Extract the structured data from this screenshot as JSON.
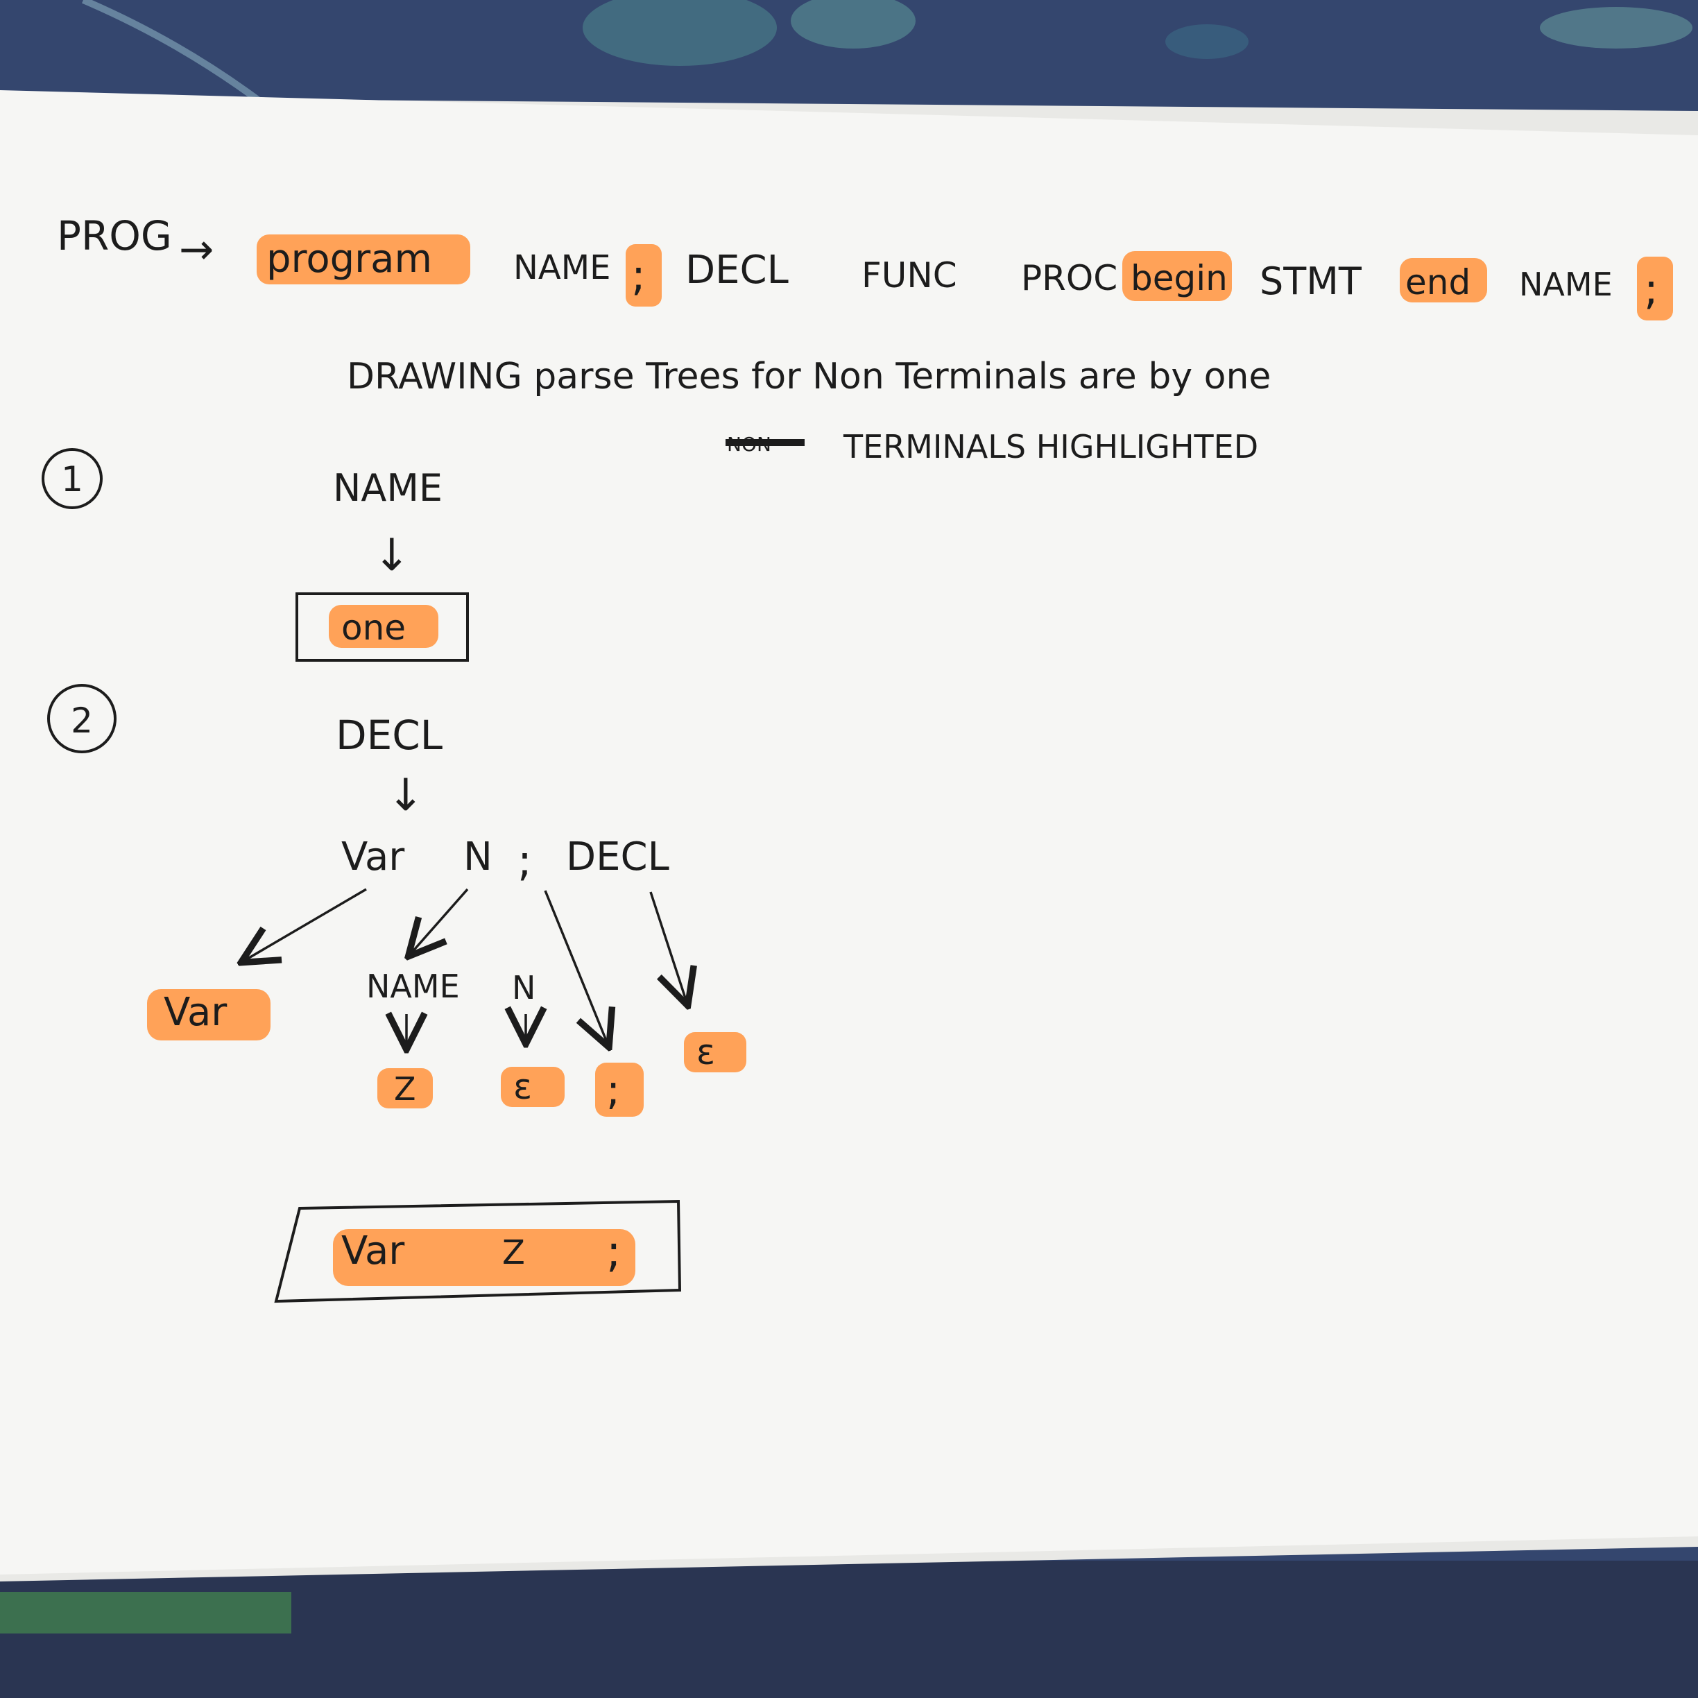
{
  "palette": {
    "background": "#34466e",
    "paper": "#f6f6f4",
    "ink": "#1c1c1c",
    "highlight": "#ff9a4a"
  },
  "grammar": {
    "lhs": "PROG",
    "arrow": "→",
    "tokens": [
      {
        "text": "program",
        "highlighted": true
      },
      {
        "text": "NAME",
        "highlighted": false
      },
      {
        "text": ";",
        "highlighted": true
      },
      {
        "text": "DECL",
        "highlighted": false
      },
      {
        "text": "FUNC",
        "highlighted": false
      },
      {
        "text": "PROC",
        "highlighted": false
      },
      {
        "text": "begin",
        "highlighted": true
      },
      {
        "text": "STMT",
        "highlighted": false
      },
      {
        "text": "end",
        "highlighted": true
      },
      {
        "text": "NAME",
        "highlighted": false
      },
      {
        "text": ";",
        "highlighted": true
      }
    ]
  },
  "note": {
    "line1": "DRAWING parse Trees for Non Terminals are by one",
    "struck_word": "NON",
    "line2": "TERMINALS HIGHLIGHTED"
  },
  "tree1": {
    "number": "1",
    "root": "NAME",
    "arrow": "↓",
    "result": "one"
  },
  "tree2": {
    "number": "2",
    "root": "DECL",
    "arrow": "↓",
    "expansion": [
      "Var",
      "N",
      ";",
      "DECL"
    ],
    "children": {
      "var_leaf": "Var",
      "name_node": "NAME",
      "n_node": "N",
      "name_leaf": "Z",
      "n_leaf": "ε",
      "semicolon_leaf": ";",
      "decl_leaf": "ε"
    },
    "result": [
      "Var",
      "Z",
      ";"
    ]
  }
}
